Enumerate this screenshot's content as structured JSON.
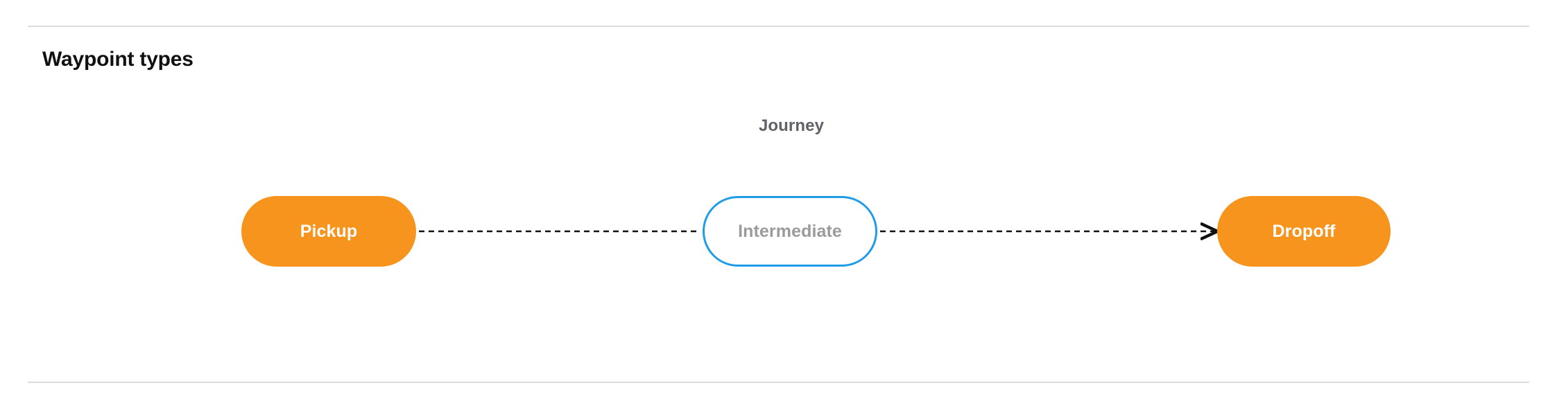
{
  "section": {
    "title": "Waypoint types"
  },
  "diagram": {
    "caption": "Journey",
    "nodes": [
      {
        "id": "pickup",
        "label": "Pickup",
        "kind": "terminal",
        "fill": "#f7941d",
        "text_color": "#ffffff"
      },
      {
        "id": "intermediate",
        "label": "Intermediate",
        "kind": "intermediate",
        "fill": "#ffffff",
        "border_color": "#1e9ce8",
        "text_color": "#9b9b9b"
      },
      {
        "id": "dropoff",
        "label": "Dropoff",
        "kind": "terminal",
        "fill": "#f7941d",
        "text_color": "#ffffff"
      }
    ],
    "connectors": [
      {
        "id": "pickup-to-intermediate",
        "from": "pickup",
        "to": "intermediate",
        "style": "dashed",
        "arrowhead": false,
        "color": "#111111"
      },
      {
        "id": "intermediate-to-dropoff",
        "from": "intermediate",
        "to": "dropoff",
        "style": "dashed",
        "arrowhead": true,
        "color": "#111111"
      }
    ]
  },
  "colors": {
    "accent_orange": "#f7941d",
    "accent_blue": "#1e9ce8",
    "divider": "#dcdcdc",
    "caption_gray": "#5f6368",
    "muted_text": "#9b9b9b",
    "page_background": "#ffffff"
  }
}
